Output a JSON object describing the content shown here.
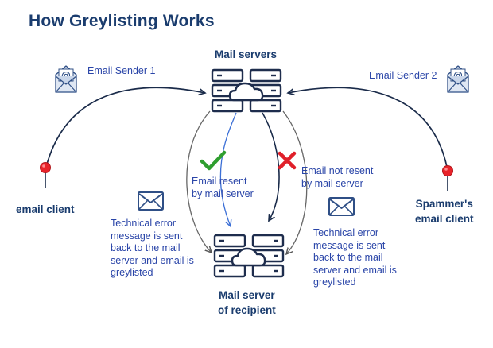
{
  "title": "How Greylisting Works",
  "nodes": {
    "mail_servers": "Mail servers",
    "recipient_server_line1": "Mail server",
    "recipient_server_line2": "of recipient",
    "email_client": "email client",
    "spammer_client_line1": "Spammer's",
    "spammer_client_line2": "email client",
    "sender1": "Email Sender 1",
    "sender2": "Email Sender 2"
  },
  "annotations": {
    "resent_line1": "Email resent",
    "resent_line2": "by mail server",
    "not_resent_line1": "Email not resent",
    "not_resent_line2": "by mail server",
    "error_left": [
      "Technical error",
      "message is sent",
      "back to the mail",
      "server and email is",
      "greylisted"
    ],
    "error_right": [
      "Technical error",
      "message is sent",
      "back to the mail",
      "server and email is",
      "greylisted"
    ]
  },
  "icons": {
    "email_at": "email-at-icon",
    "envelope": "envelope-icon",
    "server": "server-cloud-icon",
    "pin": "location-pin-icon",
    "check": "check-icon",
    "cross": "cross-icon"
  },
  "colors": {
    "title": "#1a3c6e",
    "text_blue": "#2a45a8",
    "line_dark": "#1a2b4a",
    "line_grey": "#6b6b6b",
    "pin_red": "#e8232a",
    "check_green": "#2f9e2f",
    "cross_red": "#e0202a",
    "icon_stroke": "#1e2d4d"
  }
}
